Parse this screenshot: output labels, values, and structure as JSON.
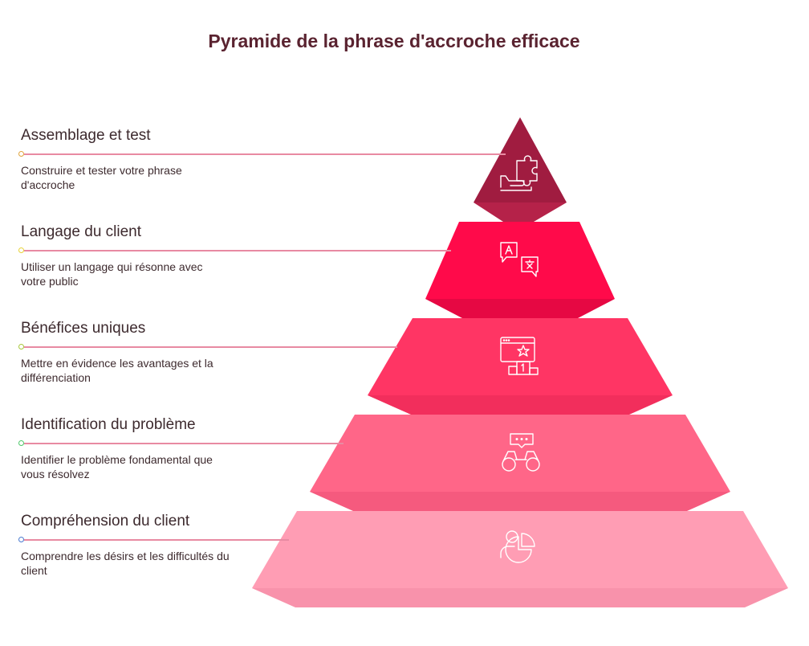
{
  "title": "Pyramide de la phrase d'accroche efficace",
  "levels": [
    {
      "heading": "Assemblage et test",
      "description": "Construire et tester votre phrase d'accroche",
      "icon": "puzzle-hand-icon",
      "color": "#a01c40",
      "dot_color": "#e0a43c"
    },
    {
      "heading": "Langage du client",
      "description": "Utiliser un langage qui résonne avec votre public",
      "icon": "translate-chat-icon",
      "color": "#ff0a4a",
      "dot_color": "#e8d23a"
    },
    {
      "heading": "Bénéfices uniques",
      "description": "Mettre en évidence les avantages et la différenciation",
      "icon": "podium-star-icon",
      "color": "#ff3564",
      "dot_color": "#a8c83c"
    },
    {
      "heading": "Identification du problème",
      "description": "Identifier le problème fondamental que vous résolvez",
      "icon": "binoculars-chat-icon",
      "color": "#ff6688",
      "dot_color": "#4ec86a"
    },
    {
      "heading": "Compréhension du client",
      "description": "Comprendre les désirs et les difficultés du client",
      "icon": "user-pie-icon",
      "color": "#ff9db4",
      "dot_color": "#4a7ad0"
    }
  ]
}
